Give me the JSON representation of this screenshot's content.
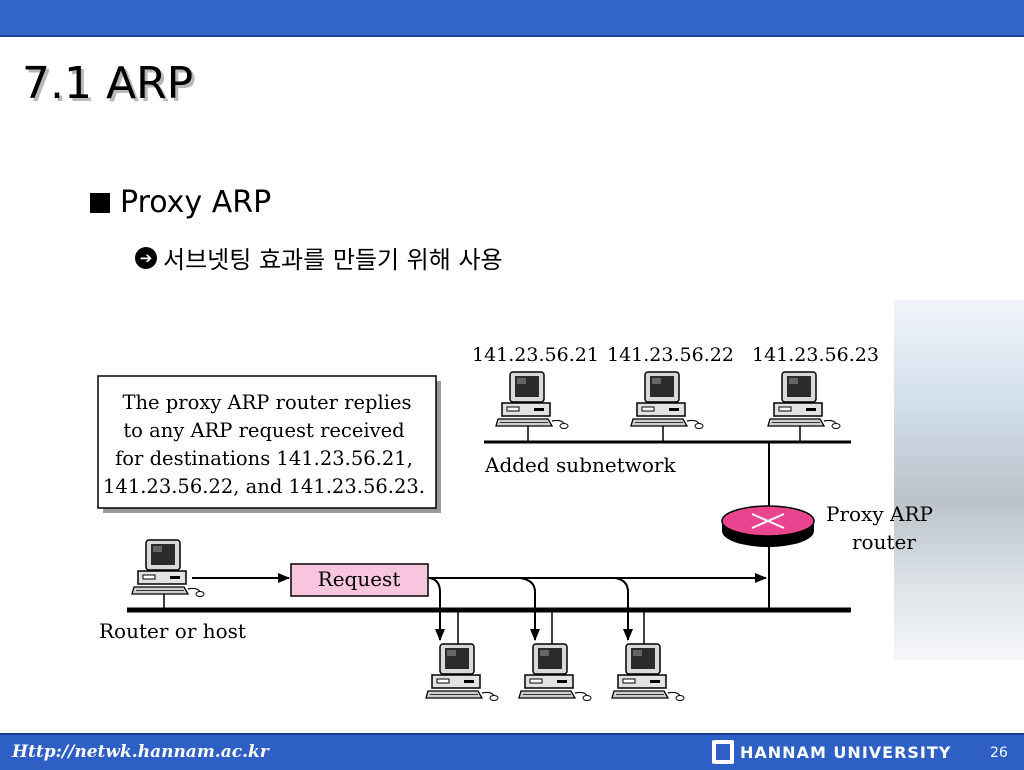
{
  "slide": {
    "title": "7.1 ARP",
    "bullet": "Proxy ARP",
    "sub_bullet": "서브넷팅 효과를 만들기 위해 사용"
  },
  "diagram": {
    "top_ips": [
      "141.23.56.21",
      "141.23.56.22",
      "141.23.56.23"
    ],
    "added_subnetwork_label": "Added subnetwork",
    "note_lines": [
      "The proxy ARP router replies",
      "to any ARP request received",
      "for destinations 141.23.56.21,",
      "141.23.56.22, and 141.23.56.23."
    ],
    "router_label_line1": "Proxy ARP",
    "router_label_line2": "router",
    "request_label": "Request",
    "router_or_host_label": "Router or host",
    "router_color": "#e8448f",
    "request_box_color": "#f7c6de"
  },
  "footer": {
    "url": "Http://netwk.hannam.ac.kr",
    "university": "HANNAM  UNIVERSITY",
    "page_number": "26"
  }
}
